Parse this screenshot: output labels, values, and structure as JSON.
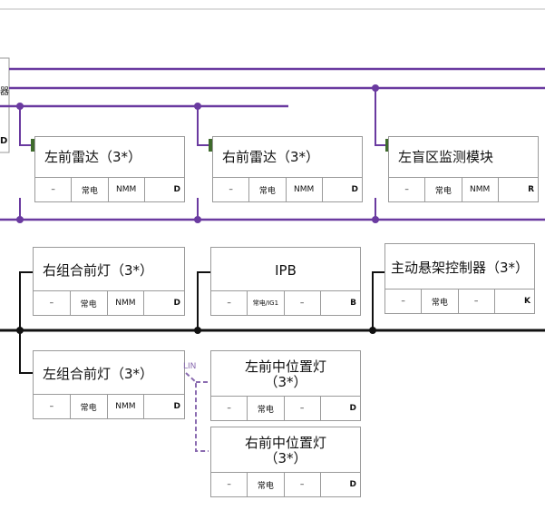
{
  "colors": {
    "bus_purple": "#6a3aa0",
    "bus_black": "#111111",
    "lin_purple": "#8a6bb0",
    "connector_green": "#3e6a2c"
  },
  "left_fragment": {
    "label_top": "器",
    "label_bottom": "D"
  },
  "lin_label": "LIN",
  "nodes": {
    "front_left_radar": {
      "title": "左前雷达（3*）",
      "cells": [
        "–",
        "常电",
        "NMM",
        "D"
      ]
    },
    "front_right_radar": {
      "title": "右前雷达（3*）",
      "cells": [
        "–",
        "常电",
        "NMM",
        "D"
      ]
    },
    "left_blindspot": {
      "title": "左盲区监测模块",
      "cells": [
        "–",
        "常电",
        "NMM",
        "R"
      ]
    },
    "right_headlamp": {
      "title": "右组合前灯（3*）",
      "cells": [
        "–",
        "常电",
        "NMM",
        "D"
      ]
    },
    "ipb": {
      "title": "IPB",
      "cells": [
        "–",
        "常电/IG1",
        "–",
        "B"
      ]
    },
    "suspension_ctrl": {
      "title": "主动悬架控制器（3*）",
      "cells": [
        "–",
        "常电",
        "–",
        "K"
      ]
    },
    "left_headlamp": {
      "title": "左组合前灯（3*）",
      "cells": [
        "–",
        "常电",
        "NMM",
        "D"
      ]
    },
    "left_position_lamp": {
      "title": "左前中位置灯（3*）",
      "cells": [
        "–",
        "常电",
        "–",
        "D"
      ]
    },
    "right_position_lamp": {
      "title": "右前中位置灯（3*）",
      "cells": [
        "–",
        "常电",
        "–",
        "D"
      ]
    }
  }
}
